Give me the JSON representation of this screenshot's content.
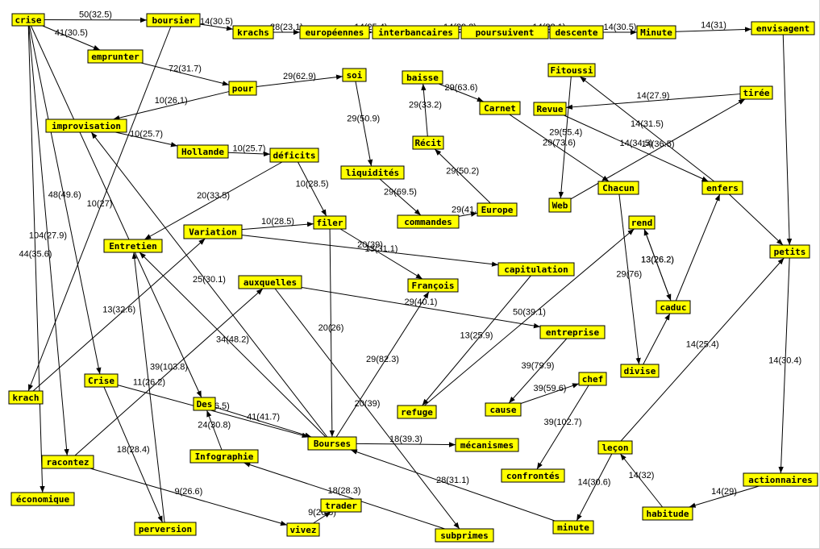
{
  "nodes": [
    {
      "id": "crise",
      "label": "crise"
    },
    {
      "id": "boursier",
      "label": "boursier"
    },
    {
      "id": "krachs",
      "label": "krachs"
    },
    {
      "id": "europeennes",
      "label": "européennes"
    },
    {
      "id": "interbancaires",
      "label": "interbancaires"
    },
    {
      "id": "poursuivent",
      "label": "poursuivent"
    },
    {
      "id": "descente",
      "label": "descente"
    },
    {
      "id": "Minute",
      "label": "Minute"
    },
    {
      "id": "envisagent",
      "label": "envisagent"
    },
    {
      "id": "emprunter",
      "label": "emprunter"
    },
    {
      "id": "pour",
      "label": "pour"
    },
    {
      "id": "soi",
      "label": "soi"
    },
    {
      "id": "baisse",
      "label": "baisse"
    },
    {
      "id": "Carnet",
      "label": "Carnet"
    },
    {
      "id": "Fitoussi",
      "label": "Fitoussi"
    },
    {
      "id": "Revue",
      "label": "Revue"
    },
    {
      "id": "tiree",
      "label": "tirée"
    },
    {
      "id": "improvisation",
      "label": "improvisation"
    },
    {
      "id": "Hollande",
      "label": "Hollande"
    },
    {
      "id": "deficits",
      "label": "déficits"
    },
    {
      "id": "liquidites",
      "label": "liquidités"
    },
    {
      "id": "Recit",
      "label": "Récit"
    },
    {
      "id": "Chacun",
      "label": "Chacun"
    },
    {
      "id": "enfers",
      "label": "enfers"
    },
    {
      "id": "Web",
      "label": "Web"
    },
    {
      "id": "commandes",
      "label": "commandes"
    },
    {
      "id": "Europe",
      "label": "Europe"
    },
    {
      "id": "Variation",
      "label": "Variation"
    },
    {
      "id": "filer",
      "label": "filer"
    },
    {
      "id": "rend",
      "label": "rend"
    },
    {
      "id": "Entretien",
      "label": "Entretien"
    },
    {
      "id": "capitulation",
      "label": "capitulation"
    },
    {
      "id": "petits",
      "label": "petits"
    },
    {
      "id": "auxquelles",
      "label": "auxquelles"
    },
    {
      "id": "Francois",
      "label": "François"
    },
    {
      "id": "caduc",
      "label": "caduc"
    },
    {
      "id": "entreprise",
      "label": "entreprise"
    },
    {
      "id": "divise",
      "label": "divise"
    },
    {
      "id": "chef",
      "label": "chef"
    },
    {
      "id": "krach",
      "label": "krach"
    },
    {
      "id": "Crise",
      "label": "Crise"
    },
    {
      "id": "Des",
      "label": "Des"
    },
    {
      "id": "refuge",
      "label": "refuge"
    },
    {
      "id": "cause",
      "label": "cause"
    },
    {
      "id": "Bourses",
      "label": "Bourses"
    },
    {
      "id": "mecanismes",
      "label": "mécanismes"
    },
    {
      "id": "Infographie",
      "label": "Infographie"
    },
    {
      "id": "lecon",
      "label": "leçon"
    },
    {
      "id": "racontez",
      "label": "racontez"
    },
    {
      "id": "confrontes",
      "label": "confrontés"
    },
    {
      "id": "actionnaires",
      "label": "actionnaires"
    },
    {
      "id": "economique",
      "label": "économique"
    },
    {
      "id": "trader",
      "label": "trader"
    },
    {
      "id": "habitude",
      "label": "habitude"
    },
    {
      "id": "perversion",
      "label": "perversion"
    },
    {
      "id": "vivez",
      "label": "vivez"
    },
    {
      "id": "subprimes",
      "label": "subprimes"
    },
    {
      "id": "minute",
      "label": "minute"
    }
  ],
  "edges": [
    {
      "from": "crise",
      "to": "boursier",
      "label": "50(32.5)"
    },
    {
      "from": "boursier",
      "to": "krachs",
      "label": "14(30.5)"
    },
    {
      "from": "krachs",
      "to": "europeennes",
      "label": "28(23.1)"
    },
    {
      "from": "europeennes",
      "to": "interbancaires",
      "label": "14(25.4)"
    },
    {
      "from": "interbancaires",
      "to": "poursuivent",
      "label": "14(29.3)"
    },
    {
      "from": "poursuivent",
      "to": "descente",
      "label": "14(22.1)"
    },
    {
      "from": "descente",
      "to": "Minute",
      "label": "14(30.5)"
    },
    {
      "from": "Minute",
      "to": "envisagent",
      "label": "14(31)"
    },
    {
      "from": "crise",
      "to": "emprunter",
      "label": "41(30.5)"
    },
    {
      "from": "emprunter",
      "to": "pour",
      "label": "72(31.7)"
    },
    {
      "from": "pour",
      "to": "soi",
      "label": "29(62.9)"
    },
    {
      "from": "pour",
      "to": "improvisation",
      "label": "10(26.1)"
    },
    {
      "from": "soi",
      "to": "liquidites",
      "label": "29(50.9)"
    },
    {
      "from": "baisse",
      "to": "Carnet",
      "label": "29(63.6)"
    },
    {
      "from": "Recit",
      "to": "baisse",
      "label": "29(33.2)"
    },
    {
      "from": "Europe",
      "to": "Recit",
      "label": "29(50.2)"
    },
    {
      "from": "liquidites",
      "to": "commandes",
      "label": "29(69.5)"
    },
    {
      "from": "commandes",
      "to": "Europe",
      "label": "29(41.5)"
    },
    {
      "from": "improvisation",
      "to": "Hollande",
      "label": "10(25.7)"
    },
    {
      "from": "Hollande",
      "to": "deficits",
      "label": "10(25.7)"
    },
    {
      "from": "deficits",
      "to": "filer",
      "label": "10(28.5)"
    },
    {
      "from": "deficits",
      "to": "Entretien",
      "label": "20(33.5)"
    },
    {
      "from": "Variation",
      "to": "filer",
      "label": "10(28.5)"
    },
    {
      "from": "Variation",
      "to": "capitulation",
      "label": "20(39)"
    },
    {
      "from": "filer",
      "to": "Francois",
      "label": "13(31.1)"
    },
    {
      "from": "filer",
      "to": "Bourses",
      "label": "20(26)"
    },
    {
      "from": "Bourses",
      "to": "Francois",
      "label": "29(82.3)"
    },
    {
      "from": "Carnet",
      "to": "Chacun",
      "label": "29(73.6)"
    },
    {
      "from": "Fitoussi",
      "to": "Web",
      "label": "29(55.4)"
    },
    {
      "from": "tiree",
      "to": "Revue",
      "label": "14(27.9)"
    },
    {
      "from": "Revue",
      "to": "enfers",
      "label": "14(34.5)"
    },
    {
      "from": "enfers",
      "to": "Fitoussi",
      "label": "14(31.5)"
    },
    {
      "from": "Web",
      "to": "tiree",
      "label": "14(36.5)"
    },
    {
      "from": "rend",
      "to": "caduc",
      "label": "13(26.2)"
    },
    {
      "from": "caduc",
      "to": "rend",
      "label": "13(26.2)"
    },
    {
      "from": "Chacun",
      "to": "divise",
      "label": "29(76)"
    },
    {
      "from": "petits",
      "to": "actionnaires",
      "label": "14(30.4)"
    },
    {
      "from": "auxquelles",
      "to": "entreprise",
      "label": "29(40.1)"
    },
    {
      "from": "auxquelles",
      "to": "subprimes",
      "label": "20(39)"
    },
    {
      "from": "crise",
      "to": "Crise",
      "label": "48(49.6)"
    },
    {
      "from": "crise",
      "to": "racontez",
      "label": "104(27.9)"
    },
    {
      "from": "crise",
      "to": "economique",
      "label": "44(35.6)"
    },
    {
      "from": "boursier",
      "to": "krach",
      "label": "10(27)"
    },
    {
      "from": "krach",
      "to": "Variation",
      "label": "13(32.6)"
    },
    {
      "from": "Bourses",
      "to": "improvisation",
      "label": "25(30.1)"
    },
    {
      "from": "Bourses",
      "to": "Entretien",
      "label": "34(48.2)"
    },
    {
      "from": "Crise",
      "to": "Bourses",
      "label": "46(66.5)"
    },
    {
      "from": "Des",
      "to": "Bourses",
      "label": "41(41.7)"
    },
    {
      "from": "Infographie",
      "to": "Des",
      "label": "24(30.8)"
    },
    {
      "from": "Bourses",
      "to": "mecanismes",
      "label": "18(39.3)"
    },
    {
      "from": "perversion",
      "to": "Entretien",
      "label": "11(26.2)"
    },
    {
      "from": "racontez",
      "to": "vivez",
      "label": "9(26.6)"
    },
    {
      "from": "racontez",
      "to": "auxquelles",
      "label": "39(103.8)"
    },
    {
      "from": "vivez",
      "to": "trader",
      "label": "9(26.8)"
    },
    {
      "from": "subprimes",
      "to": "Infographie",
      "label": "18(28.3)"
    },
    {
      "from": "minute",
      "to": "Bourses",
      "label": "28(31.1)"
    },
    {
      "from": "capitulation",
      "to": "refuge",
      "label": "13(25.9)"
    },
    {
      "from": "entreprise",
      "to": "cause",
      "label": "39(79.9)"
    },
    {
      "from": "cause",
      "to": "chef",
      "label": "39(59.6)"
    },
    {
      "from": "chef",
      "to": "confrontes",
      "label": "39(102.7)"
    },
    {
      "from": "lecon",
      "to": "minute",
      "label": "14(30.6)"
    },
    {
      "from": "habitude",
      "to": "lecon",
      "label": "14(32)"
    },
    {
      "from": "actionnaires",
      "to": "habitude",
      "label": "14(29)"
    },
    {
      "from": "lecon",
      "to": "petits",
      "label": "14(25.4)"
    },
    {
      "from": "refuge",
      "to": "rend",
      "label": "50(39.1)"
    },
    {
      "from": "Crise",
      "to": "perversion",
      "label": "18(28.4)"
    },
    {
      "from": "crise",
      "to": "Des",
      "label": ""
    },
    {
      "from": "caduc",
      "to": "enfers",
      "label": ""
    },
    {
      "from": "enfers",
      "to": "petits",
      "label": ""
    },
    {
      "from": "envisagent",
      "to": "petits",
      "label": ""
    },
    {
      "from": "divise",
      "to": "caduc",
      "label": ""
    }
  ]
}
